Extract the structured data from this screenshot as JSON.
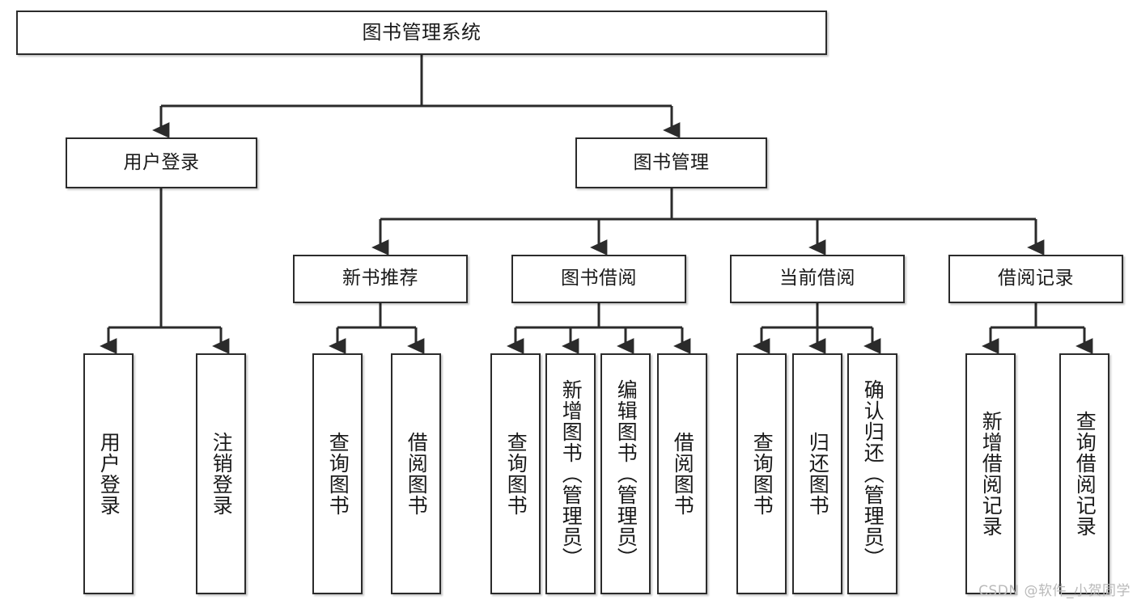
{
  "diagram": {
    "title": "图书管理系统",
    "type": "tree",
    "watermark": "CSDN @软件_小贺同学",
    "colors": {
      "box_border": "#2b2b2b",
      "box_fill": "#ffffff",
      "edge": "#2b2b2b",
      "text": "#1a1a1a",
      "watermark": "#b9b9b9"
    },
    "levels": {
      "root": [
        "图书管理系统"
      ],
      "level2": [
        "用户登录",
        "图书管理"
      ],
      "level3": [
        "新书推荐",
        "图书借阅",
        "当前借阅",
        "借阅记录"
      ],
      "leaves": [
        "用户登录",
        "注销登录",
        "查询图书",
        "借阅图书",
        "查询图书",
        "新增图书（管理员）",
        "编辑图书（管理员）",
        "借阅图书",
        "查询图书",
        "归还图书",
        "确认归还（管理员）",
        "新增借阅记录",
        "查询借阅记录"
      ]
    },
    "nodes": {
      "root": {
        "label": "图书管理系统"
      },
      "user_login": {
        "label": "用户登录"
      },
      "book_manage": {
        "label": "图书管理"
      },
      "new_book_rec": {
        "label": "新书推荐"
      },
      "book_borrow": {
        "label": "图书借阅"
      },
      "current_borrow": {
        "label": "当前借阅"
      },
      "borrow_record": {
        "label": "借阅记录"
      },
      "leaf_user_login": {
        "label": "用户登录"
      },
      "leaf_logout": {
        "label": "注销登录"
      },
      "leaf_query_book_1": {
        "label": "查询图书"
      },
      "leaf_borrow_book_1": {
        "label": "借阅图书"
      },
      "leaf_query_book_2": {
        "label": "查询图书"
      },
      "leaf_add_book": {
        "label": "新增图书（管理员）"
      },
      "leaf_edit_book": {
        "label": "编辑图书（管理员）"
      },
      "leaf_borrow_book_2": {
        "label": "借阅图书"
      },
      "leaf_query_book_3": {
        "label": "查询图书"
      },
      "leaf_return_book": {
        "label": "归还图书"
      },
      "leaf_confirm_return": {
        "label": "确认归还（管理员）"
      },
      "leaf_add_record": {
        "label": "新增借阅记录"
      },
      "leaf_query_record": {
        "label": "查询借阅记录"
      }
    },
    "edges": [
      {
        "from": "root",
        "to": "user_login"
      },
      {
        "from": "root",
        "to": "book_manage"
      },
      {
        "from": "user_login",
        "to": "leaf_user_login"
      },
      {
        "from": "user_login",
        "to": "leaf_logout"
      },
      {
        "from": "book_manage",
        "to": "new_book_rec"
      },
      {
        "from": "book_manage",
        "to": "book_borrow"
      },
      {
        "from": "book_manage",
        "to": "current_borrow"
      },
      {
        "from": "book_manage",
        "to": "borrow_record"
      },
      {
        "from": "new_book_rec",
        "to": "leaf_query_book_1"
      },
      {
        "from": "new_book_rec",
        "to": "leaf_borrow_book_1"
      },
      {
        "from": "book_borrow",
        "to": "leaf_query_book_2"
      },
      {
        "from": "book_borrow",
        "to": "leaf_add_book"
      },
      {
        "from": "book_borrow",
        "to": "leaf_edit_book"
      },
      {
        "from": "book_borrow",
        "to": "leaf_borrow_book_2"
      },
      {
        "from": "current_borrow",
        "to": "leaf_query_book_3"
      },
      {
        "from": "current_borrow",
        "to": "leaf_return_book"
      },
      {
        "from": "current_borrow",
        "to": "leaf_confirm_return"
      },
      {
        "from": "borrow_record",
        "to": "leaf_add_record"
      },
      {
        "from": "borrow_record",
        "to": "leaf_query_record"
      }
    ]
  }
}
